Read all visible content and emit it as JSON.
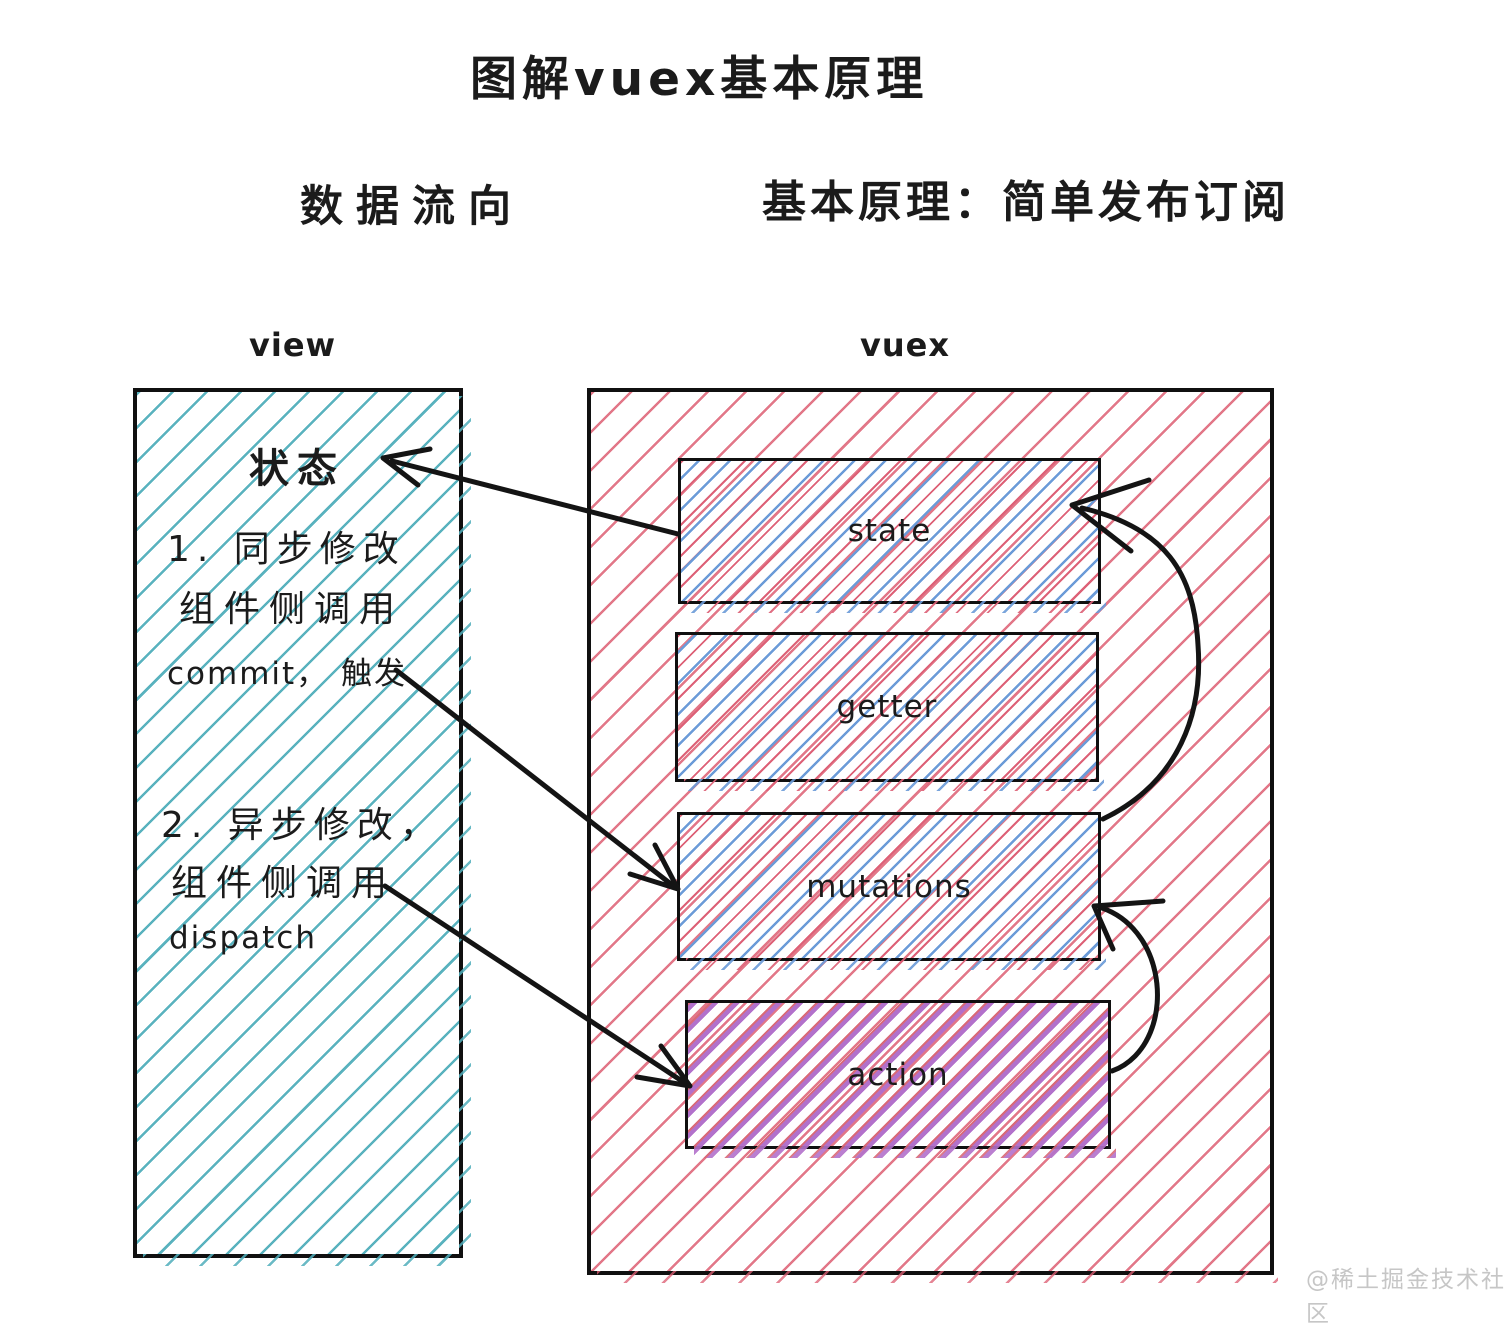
{
  "page": {
    "title": "图解vuex基本原理",
    "left_section_title": "数据流向",
    "right_section_title": "基本原理：简单发布订阅",
    "watermark": "@稀土掘金技术社区"
  },
  "view_panel": {
    "label": "view",
    "state_text": "状态",
    "sync_note": {
      "line1": "1. 同步修改",
      "line2": "组件侧调用",
      "line3": "commit， 触发"
    },
    "async_note": {
      "line1": "2. 异步修改，",
      "line2": "组件侧调用",
      "line3": "dispatch"
    }
  },
  "vuex_panel": {
    "label": "vuex",
    "boxes": [
      {
        "label": "state"
      },
      {
        "label": "getter"
      },
      {
        "label": "mutations"
      },
      {
        "label": "action"
      }
    ]
  },
  "arrows": [
    {
      "name": "state-to-view-state"
    },
    {
      "name": "commit-to-mutations"
    },
    {
      "name": "dispatch-to-action"
    },
    {
      "name": "mutations-to-state"
    },
    {
      "name": "action-to-mutations"
    }
  ],
  "colors": {
    "ink": "#1b1b1b",
    "view_hatch": "#50aebb",
    "vuex_hatch": "#dd5f73",
    "blue_hatch": "#6b9bd8",
    "purple_hatch": "#b271cb",
    "watermark": "#c6c6c6"
  }
}
